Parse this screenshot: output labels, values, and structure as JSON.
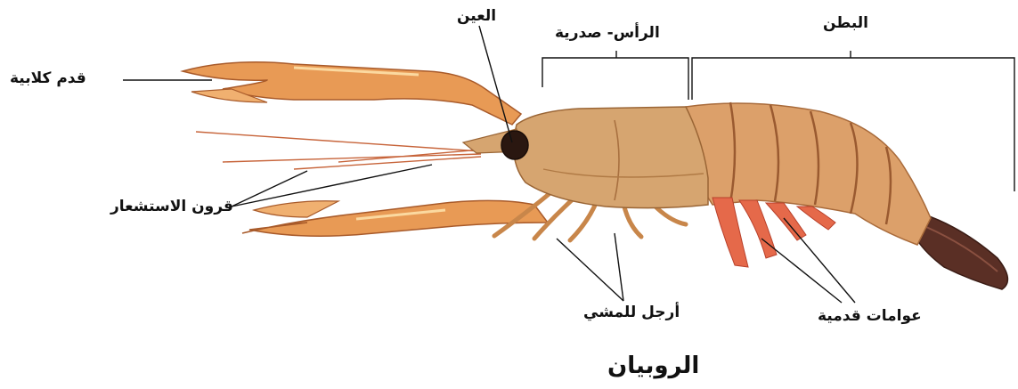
{
  "diagram": {
    "title": "الروبيان",
    "labels": {
      "eye": "العين",
      "cephalothorax": "الرأس- صدرية",
      "abdomen": "البطن",
      "claw": "قدم كلابية",
      "antennae": "قرون الاستشعار",
      "walking_legs": "أرجل للمشي",
      "swimmerets": "عوامات قدمية"
    }
  },
  "colors": {
    "shell": "#dca06a",
    "shell_dark": "#a86a3a",
    "claw": "#e89a55",
    "swimmerets": "#e5694a",
    "tail": "#5a2f25",
    "line": "#111111"
  }
}
